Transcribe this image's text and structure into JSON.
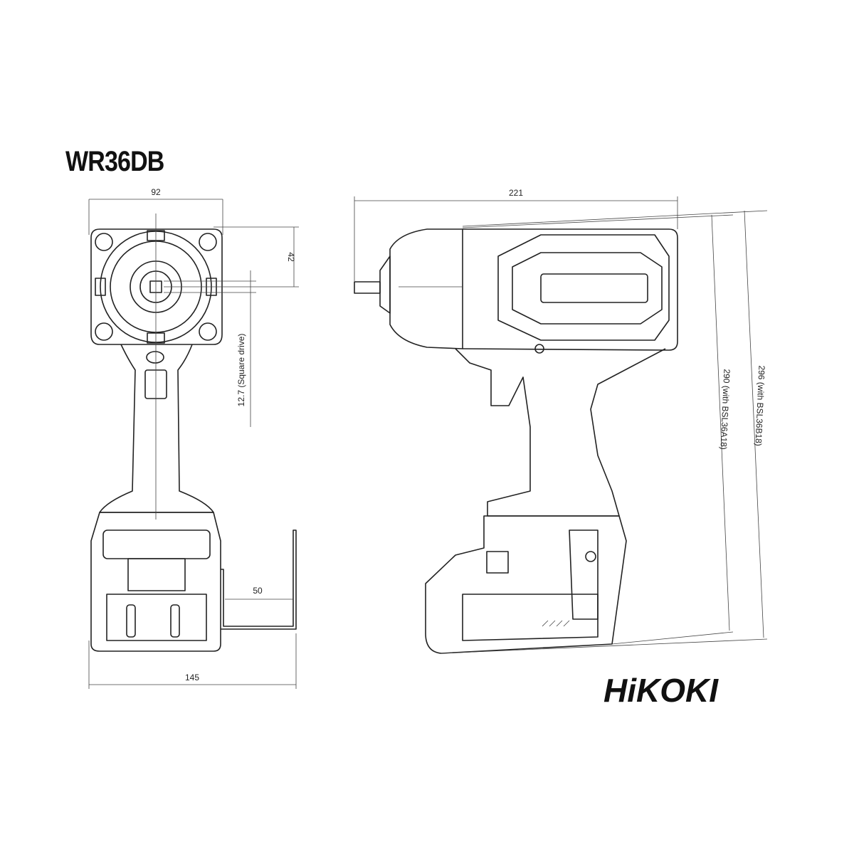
{
  "title": "WR36DB",
  "dimensions": {
    "front_width": "92",
    "front_height_offset": "42",
    "square_drive": "12.7  (Square drive)",
    "hook": "50",
    "base_width": "145",
    "side_length": "221",
    "height_a": "290  (with BSL36A18)",
    "height_b": "296  (with BSL36B18)"
  },
  "brand": "HiKOKI"
}
